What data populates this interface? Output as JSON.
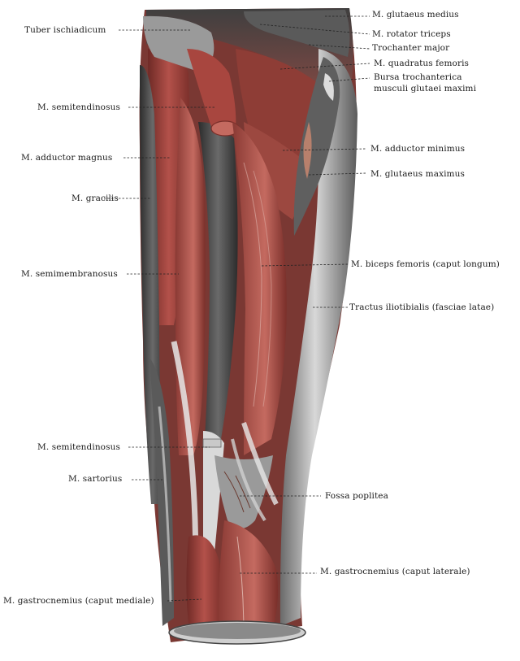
{
  "labels": {
    "glutaeus_medius": "M. glutaeus medius",
    "rotator_triceps": "M. rotator triceps",
    "trochanter_major": "Trochanter major",
    "quadratus_femoris": "M. quadratus femoris",
    "bursa_line1": "Bursa trochanterica",
    "bursa_line2": "musculi glutaei maximi",
    "adductor_minimus": "M. adductor minimus",
    "glutaeus_maximus": "M. glutaeus maximus",
    "biceps_femoris": "M. biceps femoris (caput longum)",
    "tractus_iliotibialis": "Tractus iliotibialis (fasciae latae)",
    "fossa_poplitea": "Fossa poplitea",
    "gastrocnemius_laterale": "M. gastrocnemius (caput laterale)",
    "tuber_ischiadicum": "Tuber ischiadicum",
    "semitendinosus_upper": "M. semitendinosus",
    "adductor_magnus": "M. adductor magnus",
    "gracilis": "M. gracilis",
    "semimembranosus": "M. semimembranosus",
    "semitendinosus_lower": "M. semitendinosus",
    "sartorius": "M. sartorius",
    "gastrocnemius_mediale": "M. gastrocnemius (caput mediale)"
  },
  "colors": {
    "muscle_red": "#a8463f",
    "muscle_dark": "#6e2a26",
    "fascia_gray": "#8c8c8c",
    "fascia_light": "#d2d2d2",
    "shadow": "#3a3a3a",
    "tendon": "#e6e6e6"
  }
}
